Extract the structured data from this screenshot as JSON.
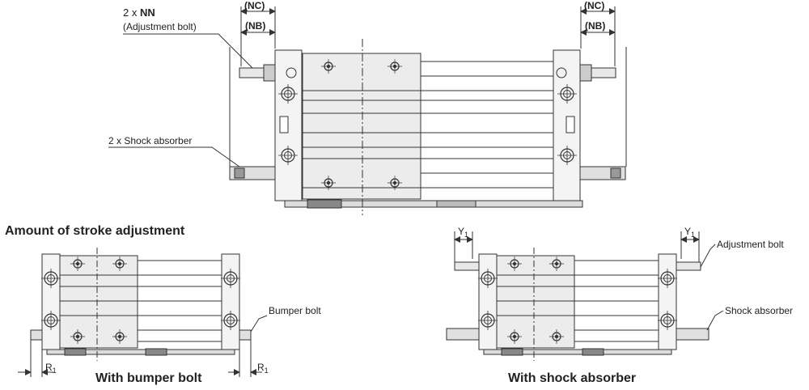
{
  "top_view": {
    "nn_prefix": "2 x ",
    "nn_label": "NN",
    "nn_note": "(Adjustment bolt)",
    "shock_label": "2 x Shock absorber",
    "nc_left": "(NC)",
    "nb_left": "(NB)",
    "nc_right": "(NC)",
    "nb_right": "(NB)"
  },
  "section_title": "Amount of stroke adjustment",
  "bumper_view": {
    "callout": "Bumper bolt",
    "dim_left": "R",
    "dim_left_sub": "1",
    "dim_right": "R",
    "dim_right_sub": "1",
    "caption": "With bumper bolt"
  },
  "shock_view": {
    "callout_top": "Adjustment bolt",
    "callout_bottom": "Shock absorber",
    "dim_left": "Y",
    "dim_left_sub": "1",
    "dim_right": "Y",
    "dim_right_sub": "1",
    "caption": "With shock absorber"
  }
}
